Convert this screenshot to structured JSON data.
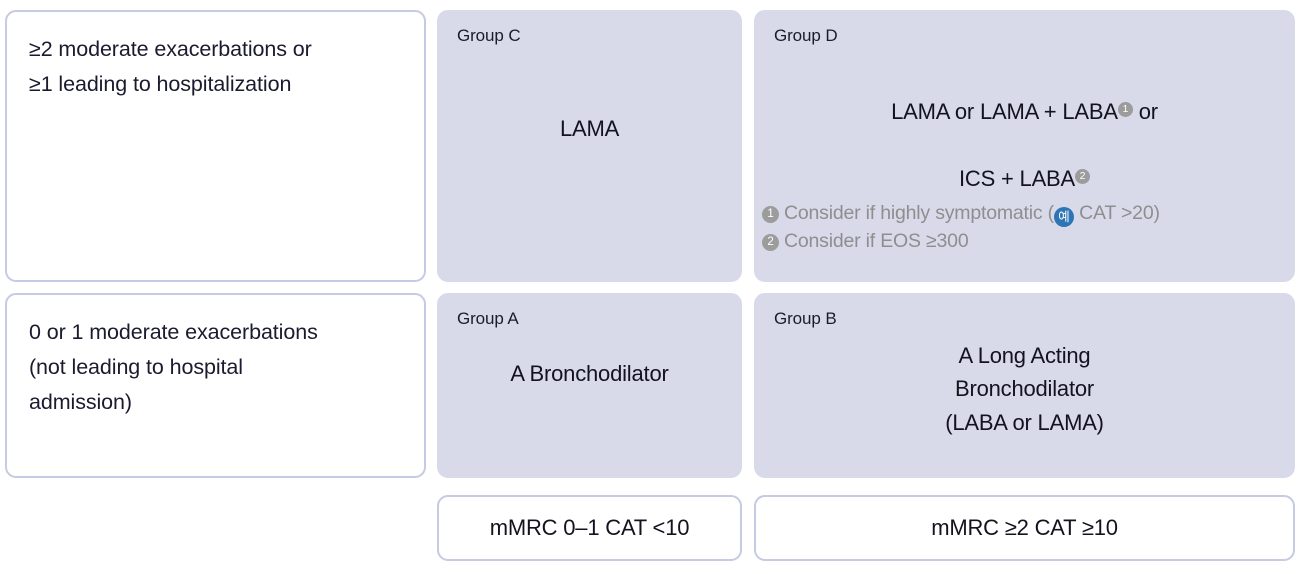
{
  "theme": {
    "fill": "#d8daea",
    "outline": "#c6cae2",
    "text": "#1b1b2f",
    "footnote_text": "#8e8e8e",
    "badge_gray": "#9c9c9c",
    "badge_blue": "#2e75b6",
    "page_background": "#ffffff"
  },
  "history": {
    "high_risk": "≥2 moderate exacerbations or\n≥1 leading to hospitalization",
    "low_risk": "0 or 1 moderate exacerbations\n(not leading to hospital\nadmission)"
  },
  "groups": {
    "c": {
      "label": "Group C",
      "therapy": "LAMA"
    },
    "d": {
      "label": "Group D",
      "therapy_line1_prefix": "LAMA or LAMA + LABA",
      "therapy_line1_badge": "1",
      "therapy_line1_suffix": " or",
      "therapy_line2_prefix": "ICS + LABA",
      "therapy_line2_badge": "2",
      "footnotes": [
        {
          "badge": "1",
          "text_before": "Consider if highly symptomatic (",
          "inline_badge": "예",
          "text_after": " CAT >20)"
        },
        {
          "badge": "2",
          "text_before": "Consider if EOS ≥300",
          "inline_badge": "",
          "text_after": ""
        }
      ]
    },
    "a": {
      "label": "Group A",
      "therapy": "A Bronchodilator"
    },
    "b": {
      "label": "Group B",
      "therapy": "A Long Acting\nBronchodilator\n(LABA or LAMA)"
    }
  },
  "thresholds": {
    "low": "mMRC 0–1 CAT <10",
    "high": "mMRC ≥2 CAT ≥10"
  }
}
